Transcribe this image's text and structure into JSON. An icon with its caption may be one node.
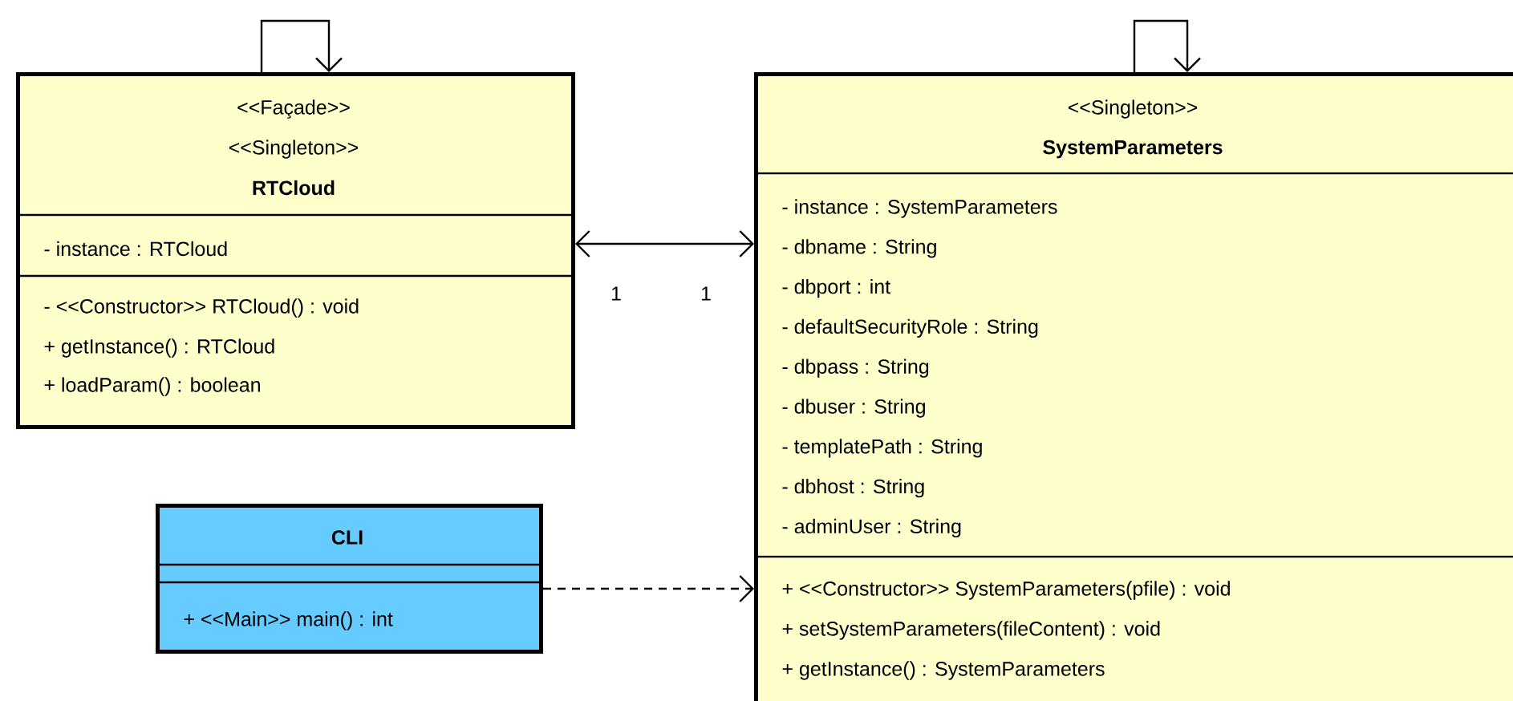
{
  "diagram": {
    "nodes": [
      {
        "text": [
          "<<Façade>>",
          "<<Singleton>>",
          "RTCloud",
          "- instance : RTCloud",
          "- <<Constructor>> RTCloud() : void",
          "+ getInstance() : RTCloud",
          "+ loadParam() : boolean"
        ]
      },
      {
        "text": [
          "<<Singleton>>",
          "SystemParameters",
          "- instance : SystemParameters",
          "- dbname : String",
          "- dbport : int",
          "- defaultSecurityRole : String",
          "- dbpass : String",
          "- dbuser : String",
          "- templatePath : String",
          "- dbhost : String",
          "- adminUser : String",
          "+ <<Constructor>> SystemParameters(pfile) : void",
          "+ setSystemParameters(fileContent) : void",
          "+ getInstance() : SystemParameters"
        ]
      },
      {
        "text": [
          "CLI",
          "+ <<Main>> main() : int"
        ]
      }
    ],
    "edges": [
      {
        "from": 0,
        "to": 0,
        "arrow": "to"
      },
      {
        "from": 1,
        "to": 1,
        "arrow": "to"
      },
      {
        "from": 0,
        "to": 1,
        "arrow": "both"
      },
      {
        "from": 2,
        "to": 1,
        "arrow": "to",
        "style": "dashed"
      }
    ],
    "labels": [
      "1",
      "1"
    ]
  }
}
